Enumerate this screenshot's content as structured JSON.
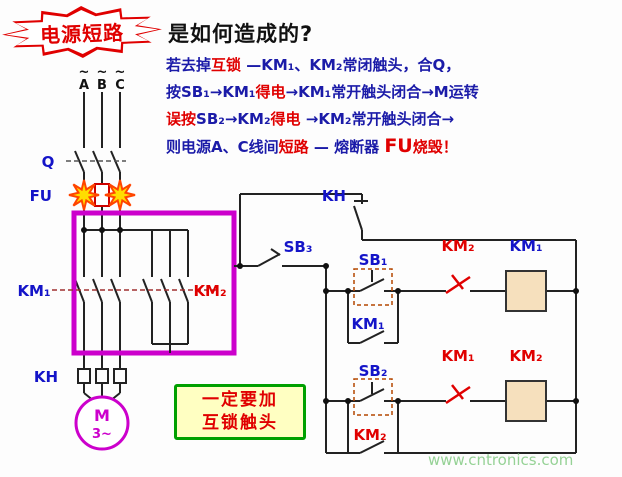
{
  "title": {
    "burst": "电源短路",
    "question": "是如何造成的?"
  },
  "explanation": {
    "lines": [
      {
        "segments": [
          {
            "text": "若去掉"
          },
          {
            "text": "互锁"
          },
          {
            "text": " —KM₁、KM₂常闭触头，合Q，"
          }
        ]
      },
      {
        "segments": [
          {
            "text": "按SB₁→KM₁"
          },
          {
            "text": "得电"
          },
          {
            "text": "→KM₁常开触头闭合→M运转"
          }
        ]
      },
      {
        "segments": [
          {
            "text": "误按"
          },
          {
            "text": "SB₂→KM₂"
          },
          {
            "text": "得电"
          },
          {
            "text": " →KM₂常开触头闭合→"
          }
        ]
      },
      {
        "segments": [
          {
            "text": "则电源A、C线间"
          },
          {
            "text": "短路"
          },
          {
            "text": " — 熔断器 "
          },
          {
            "text": "FU"
          },
          {
            "text": "烧毁！"
          }
        ]
      }
    ]
  },
  "power": {
    "tilde": "~",
    "phases": [
      "A",
      "B",
      "C"
    ],
    "labels": {
      "q": "Q",
      "fu": "FU",
      "km1": "KM₁",
      "km2": "KM₂",
      "kh": "KH"
    },
    "motor": {
      "letter": "M",
      "phase": "3~"
    }
  },
  "control": {
    "labels": {
      "kh": "KH",
      "sb3": "SB₃",
      "sb1": "SB₁",
      "km1_aux": "KM₁",
      "km2_nc": "KM₂",
      "km1_coil": "KM₁",
      "sb2": "SB₂",
      "km1_nc": "KM₁",
      "km2_coil": "KM₂",
      "km2_aux": "KM₂"
    }
  },
  "note": {
    "line1": "一定要加",
    "line2": "互锁触头"
  },
  "watermark": "www.cntronics.com",
  "palette": {
    "text_blue": "#1b1ba8",
    "highlight_red": "#e00000",
    "label_blue": "#1414c8",
    "label_red": "#e00000",
    "interlock_box_purple": "#cc00cc",
    "motor_magenta": "#cc00cc",
    "note_border_green": "#00a000",
    "note_bg_yellow": "#ffffc2",
    "watermark_green": "#96d296",
    "explosion_yellow": "#ffdd00",
    "explosion_outline": "#ff4400",
    "wire_black": "#222222"
  }
}
